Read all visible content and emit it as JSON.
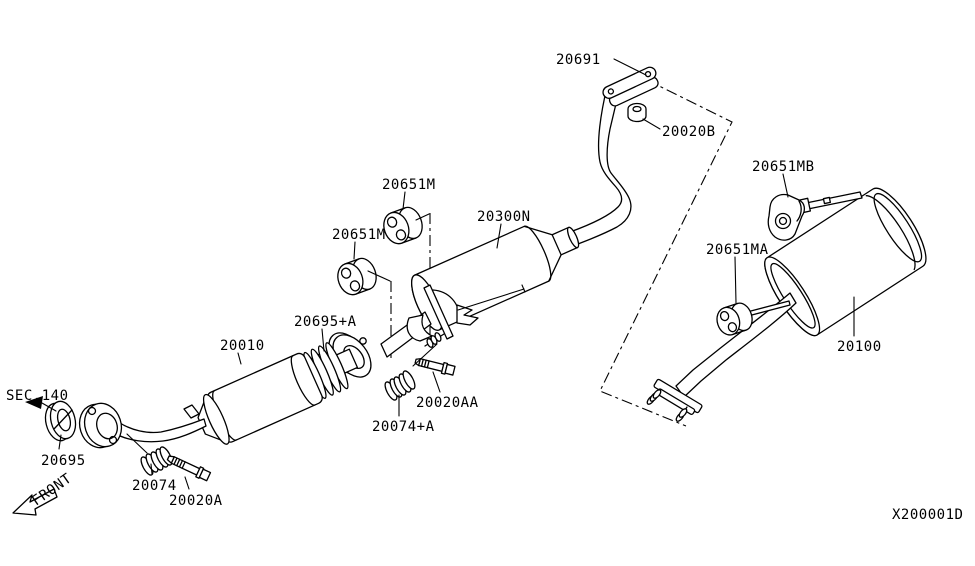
{
  "diagram": {
    "drawing_code": "X200001D",
    "section_ref": "SEC.140",
    "front_label": "FRONT",
    "colors": {
      "line": "#000000",
      "background": "#ffffff"
    },
    "parts": {
      "gasket_top_flange": "20691",
      "nut_top_flange": "20020B",
      "bracket_rear_mount": "20651MB",
      "insulator_rear_mount": "20651MA",
      "muffler_rear": "20100",
      "muffler_center": "20300N",
      "insulator_center_mount": "20651M",
      "gasket_center_joint": "20695+A",
      "front_tube_catalyst": "20010",
      "bolt_center_joint": "20020AA",
      "spring_center_joint": "20074+A",
      "gasket_front_joint": "20695",
      "spring_front_joint": "20074",
      "bolt_front_joint": "20020A"
    }
  }
}
